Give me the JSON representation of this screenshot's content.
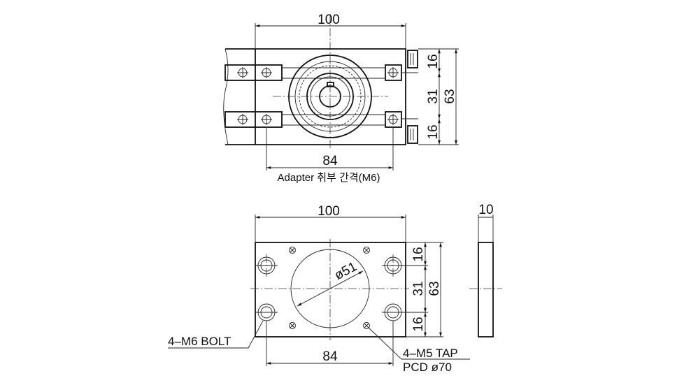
{
  "top_view": {
    "dim_width": "100",
    "dim_top_16": "16",
    "dim_mid_31": "31",
    "dim_bottom_16": "16",
    "dim_height": "63",
    "dim_pitch": "84",
    "adapter_label": "Adapter 취부 간격(M6)"
  },
  "plate_view": {
    "dim_width": "100",
    "dim_top_16": "16",
    "dim_mid_31": "31",
    "dim_bottom_16": "16",
    "dim_height": "63",
    "dim_pitch": "84",
    "bore_diameter": "ø51",
    "bolt_label": "4–M6 BOLT",
    "tap_label": "4–M5 TAP",
    "pcd_label": "PCD ø70"
  },
  "side_view": {
    "dim_thickness": "10"
  }
}
